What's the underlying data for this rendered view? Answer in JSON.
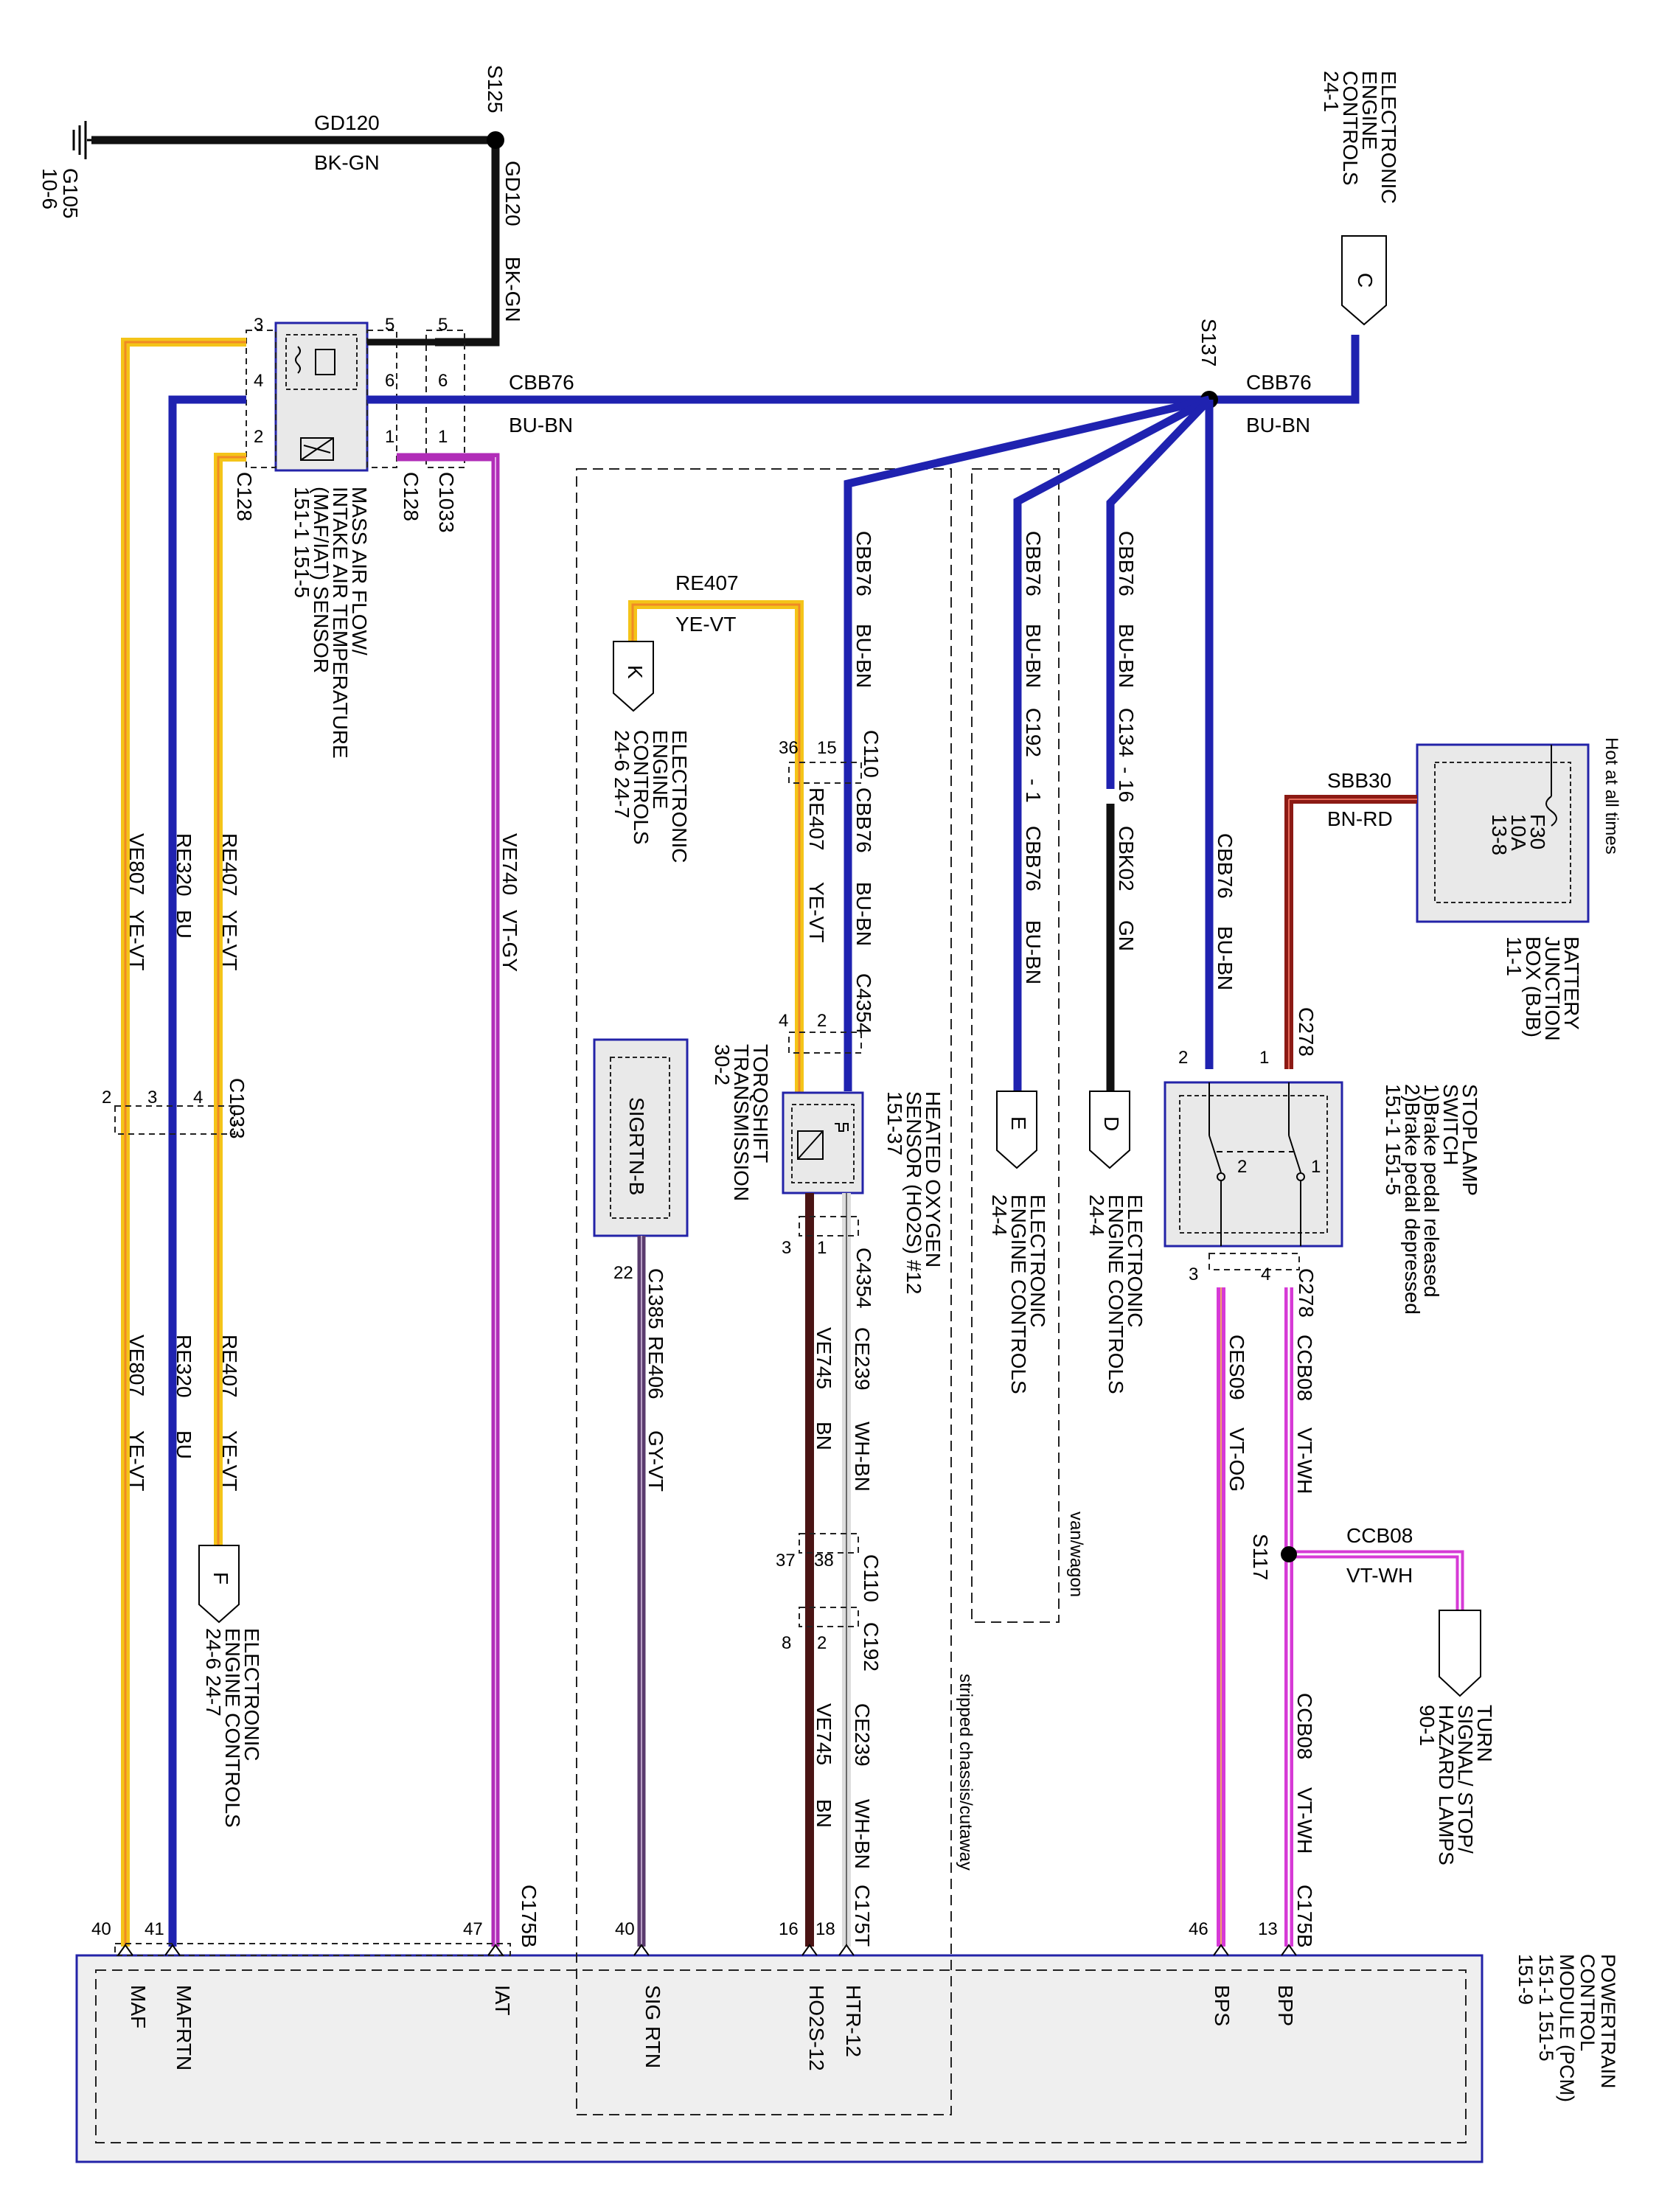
{
  "colors": {
    "blue": "#1f22b0",
    "black": "#111111",
    "violet": "#b12db8",
    "magenta": "#d63ad6",
    "yellow": "#f4c419",
    "orange": "#f08a25",
    "brown": "#4a1414",
    "red": "#8c1a14",
    "module_border": "#2323a8",
    "module_fill": "#efefef"
  },
  "ground": {
    "ref": "G105",
    "page": "10-6"
  },
  "splices": {
    "s125": "S125",
    "s137": "S137",
    "s117": "S117"
  },
  "wires": {
    "gd120": {
      "circuit": "GD120",
      "color": "BK-GN"
    },
    "cbb76": {
      "circuit": "CBB76",
      "color": "BU-BN"
    },
    "re407": {
      "circuit": "RE407",
      "color": "YE-VT"
    },
    "re320": {
      "circuit": "RE320",
      "color": "BU"
    },
    "ve807": {
      "circuit": "VE807",
      "color": "YE-VT"
    },
    "ve740": {
      "circuit": "VE740",
      "color": "VT-GY"
    },
    "re406": {
      "circuit": "RE406",
      "color": "GY-VT"
    },
    "ve745": {
      "circuit": "VE745",
      "color": "BN"
    },
    "ce239": {
      "circuit": "CE239",
      "color": "WH-BN"
    },
    "cbk02": {
      "circuit": "CBK02",
      "color": "GN"
    },
    "sbb30": {
      "circuit": "SBB30",
      "color": "BN-RD"
    },
    "ces09": {
      "circuit": "CES09",
      "color": "VT-OG"
    },
    "ccb08": {
      "circuit": "CCB08",
      "color": "VT-WH"
    }
  },
  "connectors": {
    "c128": "C128",
    "c1033": "C1033",
    "c110": "C110",
    "c4354": "C4354",
    "c192": "C192",
    "c134": "C134",
    "c278": "C278",
    "c1385": "C1385",
    "c175b": "C175B",
    "c175t": "C175T"
  },
  "connector_pins": {
    "c192_pin": "- 1",
    "c134_pin": "- 16"
  },
  "maf_sensor": {
    "line1": "MASS AIR FLOW/",
    "line2": "INTAKE AIR TEMPERATURE",
    "line3": "(MAF/IAT) SENSOR",
    "line4": "151-1    151-5"
  },
  "refs": {
    "c": {
      "letter": "C",
      "line1": "ELECTRONIC",
      "line2": "ENGINE",
      "line3": "CONTROLS",
      "line4": "24-1"
    },
    "k": {
      "letter": "K",
      "line1": "ELECTRONIC",
      "line2": "ENGINE",
      "line3": "CONTROLS",
      "line4": "24-6    24-7"
    },
    "d": {
      "letter": "D",
      "line1": "ELECTRONIC",
      "line2": "ENGINE CONTROLS",
      "line3": "24-4"
    },
    "e": {
      "letter": "E",
      "line1": "ELECTRONIC",
      "line2": "ENGINE CONTROLS",
      "line3": "24-4"
    },
    "f": {
      "letter": "F",
      "line1": "ELECTRONIC",
      "line2": "ENGINE CONTROLS",
      "line3": "24-6    24-7"
    },
    "turn": {
      "line1": "TURN",
      "line2": "SIGNAL/ STOP/",
      "line3": "HAZARD LAMPS",
      "line4": "90-1"
    }
  },
  "hot_at_all_times": "Hot at all times",
  "bjb": {
    "line1": "BATTERY",
    "line2": "JUNCTION",
    "line3": "BOX (BJB)",
    "line4": "11-1",
    "fuse": "F30",
    "amps": "10A",
    "fuse_ref": "13-8"
  },
  "stoplamp": {
    "line1": "STOPLAMP",
    "line2": "SWITCH",
    "line3": "1)Brake pedal released",
    "line4": "2)Brake pedal depressed",
    "line5": "151-1    151-5"
  },
  "ho2s": {
    "line1": "HEATED OXYGEN",
    "line2": "SENSOR (HO2S) #12",
    "line3": "151-37"
  },
  "trans": {
    "line1": "TORQSHIFT",
    "line2": "TRANSMISSION",
    "line3": "30-2",
    "inner": "SIGRTN-B"
  },
  "variants": {
    "van": "van/wagon",
    "stripped": "stripped chassis/cutaway"
  },
  "pcm": {
    "line1": "POWERTRAIN",
    "line2": "CONTROL",
    "line3": "MODULE (PCM)",
    "line4": "151-1    151-5",
    "line5": "151-9",
    "pins": {
      "maf": "MAF",
      "mafrtn": "MAFRTN",
      "iat": "IAT",
      "sigrtn": "SIG RTN",
      "ho2s12": "HO2S-12",
      "htr12": "HTR-12",
      "bps": "BPS",
      "bpp": "BPP"
    }
  },
  "pins": {
    "p1": "1",
    "p2": "2",
    "p3": "3",
    "p4": "4",
    "p5": "5",
    "p6": "6",
    "p8": "8",
    "p13": "13",
    "p15": "15",
    "p16": "16",
    "p18": "18",
    "p22": "22",
    "p36": "36",
    "p37": "37",
    "p38": "38",
    "p40": "40",
    "p41": "41",
    "p46": "46",
    "p47": "47"
  }
}
